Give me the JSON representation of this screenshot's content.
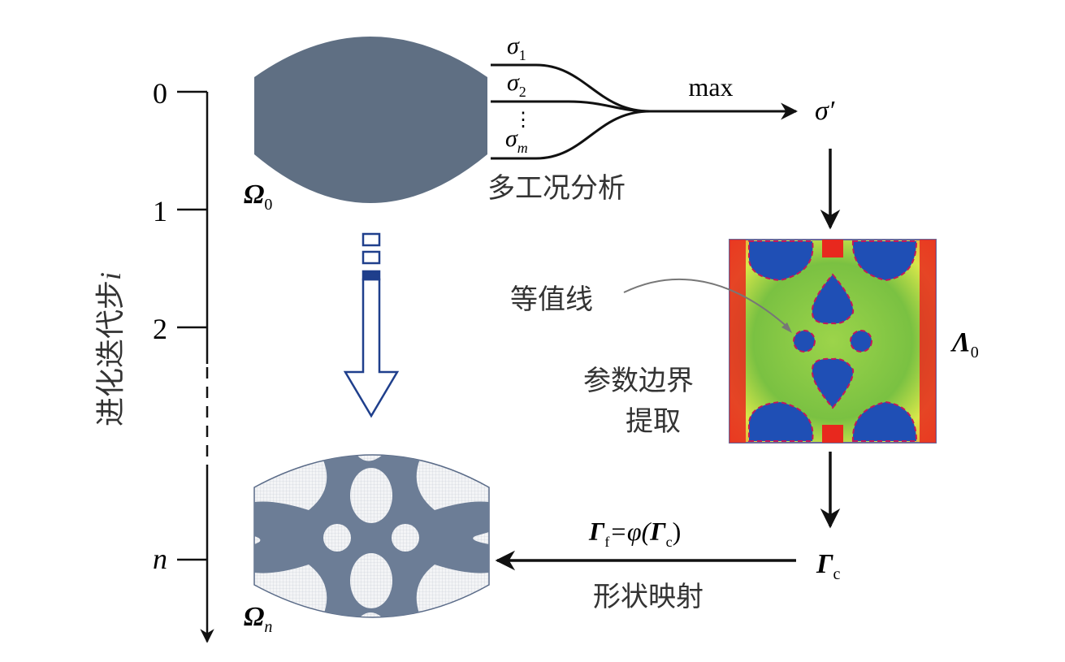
{
  "axis": {
    "label_main": "进化迭代步",
    "label_var": "i",
    "ticks": [
      "0",
      "1",
      "2",
      "n"
    ]
  },
  "domains": {
    "initial": {
      "sym": "Ω",
      "sub": "0"
    },
    "final": {
      "sym": "Ω",
      "sub": "n"
    }
  },
  "stresses": {
    "s1": {
      "sym": "σ",
      "sub": "1"
    },
    "s2": {
      "sym": "σ",
      "sub": "2"
    },
    "sm": {
      "sym": "σ",
      "sub": "m"
    },
    "dots": "⋮",
    "max_label": "max",
    "result": "σ′"
  },
  "labels": {
    "multi_case": "多工况分析",
    "isoline": "等值线",
    "param_boundary_line1": "参数边界",
    "param_boundary_line2": "提取",
    "shape_mapping": "形状映射"
  },
  "field": {
    "sym": "Λ",
    "sub": "0"
  },
  "contour": {
    "sym": "Γ",
    "sub": "c"
  },
  "mapping": {
    "lhs": "Γ",
    "lhs_sub": "f",
    "eq": "=φ(",
    "rhs": "Γ",
    "rhs_sub": "c",
    "close": ")"
  },
  "colors": {
    "domain_fill": "#5f6f83",
    "final_fill": "#6c7d96",
    "hollow_arrow": "#1f3f8c",
    "field_blue": "#1f4fb5",
    "field_green": "#7ac142",
    "field_red": "#e8281e",
    "contour_dash": "#c2185b"
  }
}
